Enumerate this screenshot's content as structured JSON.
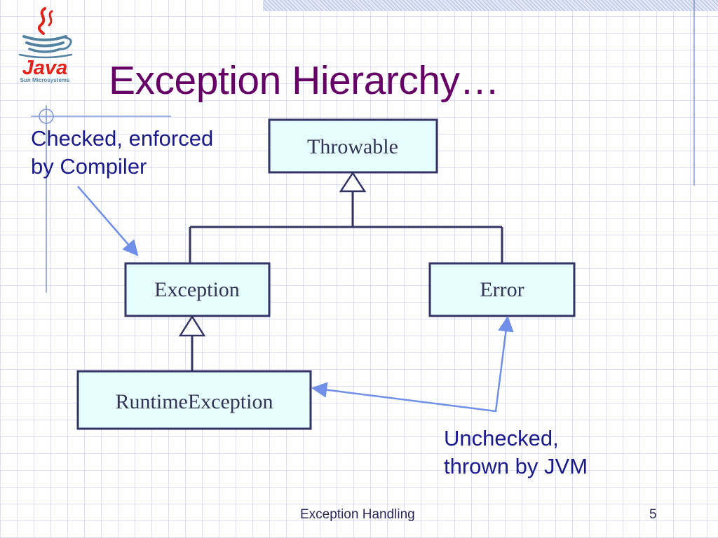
{
  "slide": {
    "title": "Exception Hierarchy…",
    "logo_text": "Java",
    "logo_subtext": "Sun Microsystems"
  },
  "diagram": {
    "nodes": {
      "throwable": "Throwable",
      "exception": "Exception",
      "error": "Error",
      "runtime_exception": "RuntimeException"
    },
    "colors": {
      "box_fill": "#e5fdfd",
      "box_border": "#333366",
      "connector": "#333366",
      "annotation_arrow": "#6f8fe8"
    }
  },
  "notes": {
    "checked_line1": "Checked, enforced",
    "checked_line2": "by Compiler",
    "unchecked_line1": "Unchecked,",
    "unchecked_line2": "thrown by JVM"
  },
  "footer": {
    "text": "Exception Handling",
    "page_number": "5"
  }
}
